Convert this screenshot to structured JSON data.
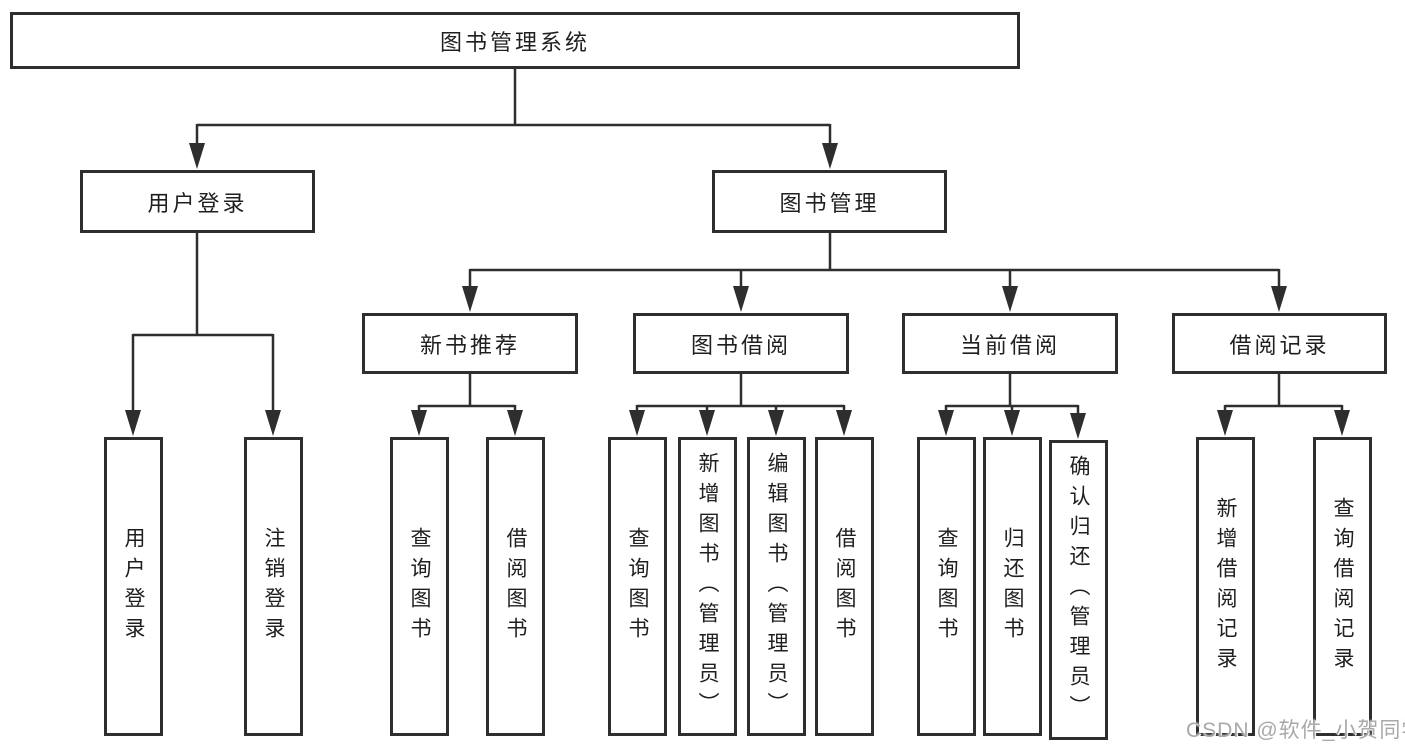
{
  "tree": {
    "label": "图书管理系统",
    "children": [
      {
        "label": "用户登录",
        "children": [
          {
            "label": "用户登录"
          },
          {
            "label": "注销登录"
          }
        ]
      },
      {
        "label": "图书管理",
        "children": [
          {
            "label": "新书推荐",
            "children": [
              {
                "label": "查询图书"
              },
              {
                "label": "借阅图书"
              }
            ]
          },
          {
            "label": "图书借阅",
            "children": [
              {
                "label": "查询图书"
              },
              {
                "label": "新增图书（管理员）"
              },
              {
                "label": "编辑图书（管理员）"
              },
              {
                "label": "借阅图书"
              }
            ]
          },
          {
            "label": "当前借阅",
            "children": [
              {
                "label": "查询图书"
              },
              {
                "label": "归还图书"
              },
              {
                "label": "确认归还（管理员）"
              }
            ]
          },
          {
            "label": "借阅记录",
            "children": [
              {
                "label": "新增借阅记录"
              },
              {
                "label": "查询借阅记录"
              }
            ]
          }
        ]
      }
    ]
  },
  "watermark": {
    "text": "CSDN @软件_小贺同学"
  },
  "colors": {
    "line": "#2e2e2e",
    "box_border": "#2e2e2e",
    "box_fill": "#ffffff",
    "text": "#1f1f1f",
    "watermark": "#a9a9a9"
  }
}
